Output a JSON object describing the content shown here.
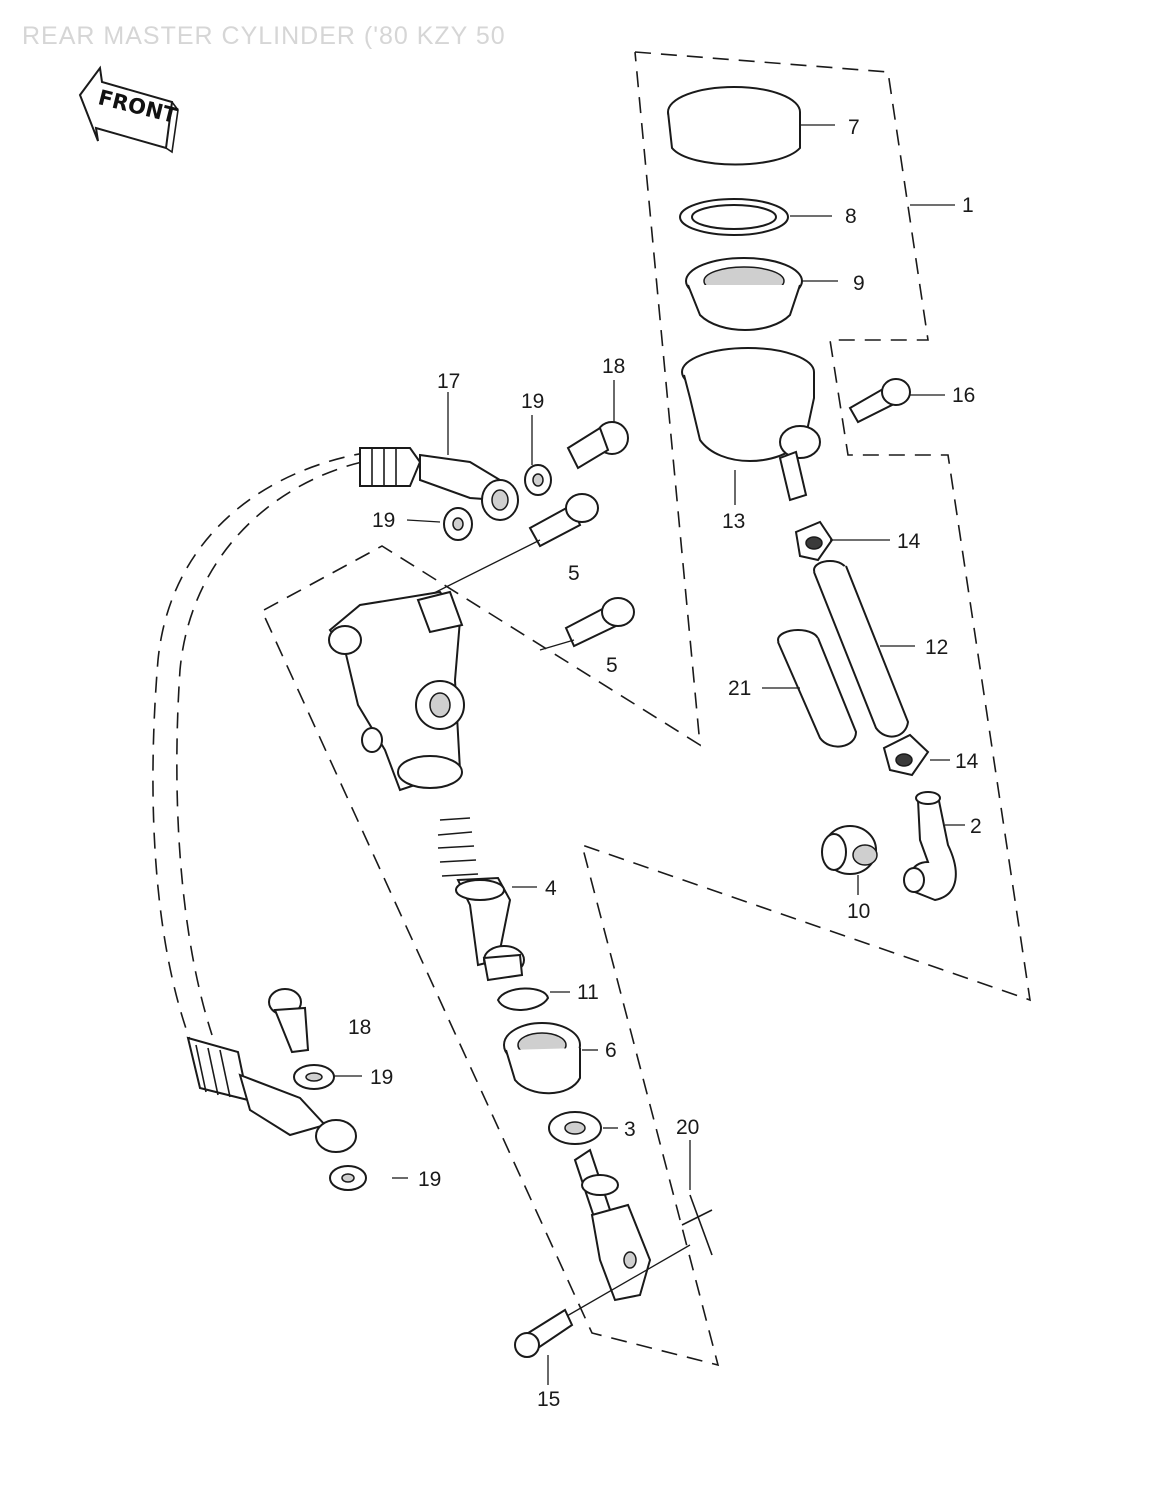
{
  "title": "REAR MASTER CYLINDER ('80 KZY 50",
  "front_label": "FRONT",
  "callouts": {
    "c1": "1",
    "c2": "2",
    "c3": "3",
    "c4": "4",
    "c5a": "5",
    "c5b": "5",
    "c6": "6",
    "c7": "7",
    "c8": "8",
    "c9": "9",
    "c10": "10",
    "c11": "11",
    "c12": "12",
    "c13": "13",
    "c14a": "14",
    "c14b": "14",
    "c15": "15",
    "c16": "16",
    "c17": "17",
    "c18a": "18",
    "c18b": "18",
    "c19a": "19",
    "c19b": "19",
    "c19c": "19",
    "c19d": "19",
    "c20": "20",
    "c21": "21"
  }
}
